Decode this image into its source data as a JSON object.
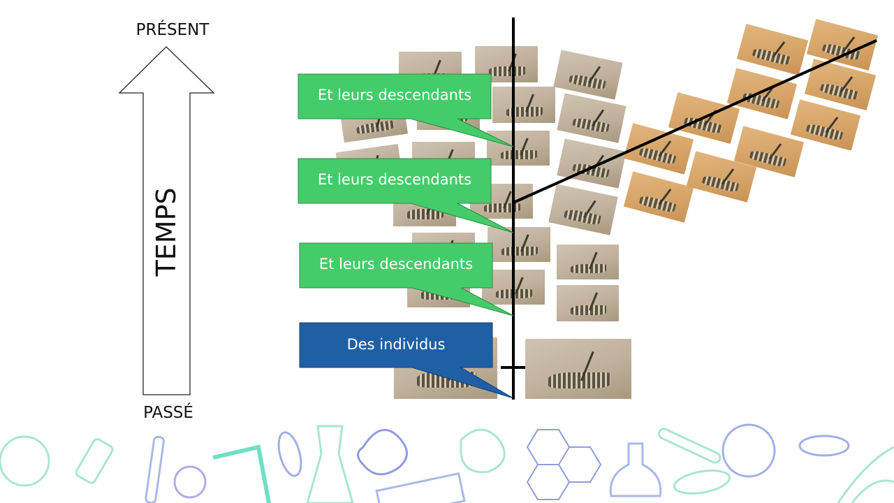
{
  "time_axis": {
    "top_label": "PRÉSENT",
    "bottom_label": "PASSÉ",
    "axis_label": "TEMPS"
  },
  "callouts": [
    {
      "text": "Et leurs descendants",
      "color": "#44cc6a"
    },
    {
      "text": "Et leurs descendants",
      "color": "#44cc6a"
    },
    {
      "text": "Et leurs descendants",
      "color": "#44cc6a"
    },
    {
      "text": "Des individus",
      "color": "#1f5fa6"
    }
  ],
  "colors": {
    "line": "#000000",
    "grey_population": "#c4b7a3",
    "orange_population": "#d9a86c"
  }
}
